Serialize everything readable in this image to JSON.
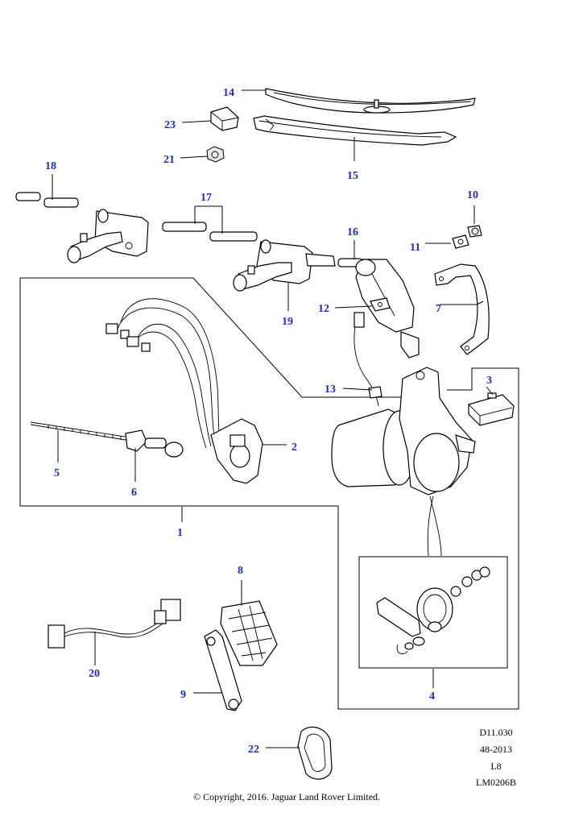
{
  "callouts": {
    "c1": "1",
    "c2": "2",
    "c3": "3",
    "c4": "4",
    "c5": "5",
    "c6": "6",
    "c7": "7",
    "c8": "8",
    "c9": "9",
    "c10": "10",
    "c11": "11",
    "c12": "12",
    "c13": "13",
    "c14": "14",
    "c15": "15",
    "c16": "16",
    "c17": "17",
    "c18": "18",
    "c19": "19",
    "c20": "20",
    "c21": "21",
    "c22": "22",
    "c23": "23"
  },
  "meta": {
    "line1": "D11.030",
    "line2": "48-2013",
    "line3": "L8",
    "line4": "LM0206B"
  },
  "copyright": "© Copyright, 2016. Jaguar Land Rover Limited."
}
